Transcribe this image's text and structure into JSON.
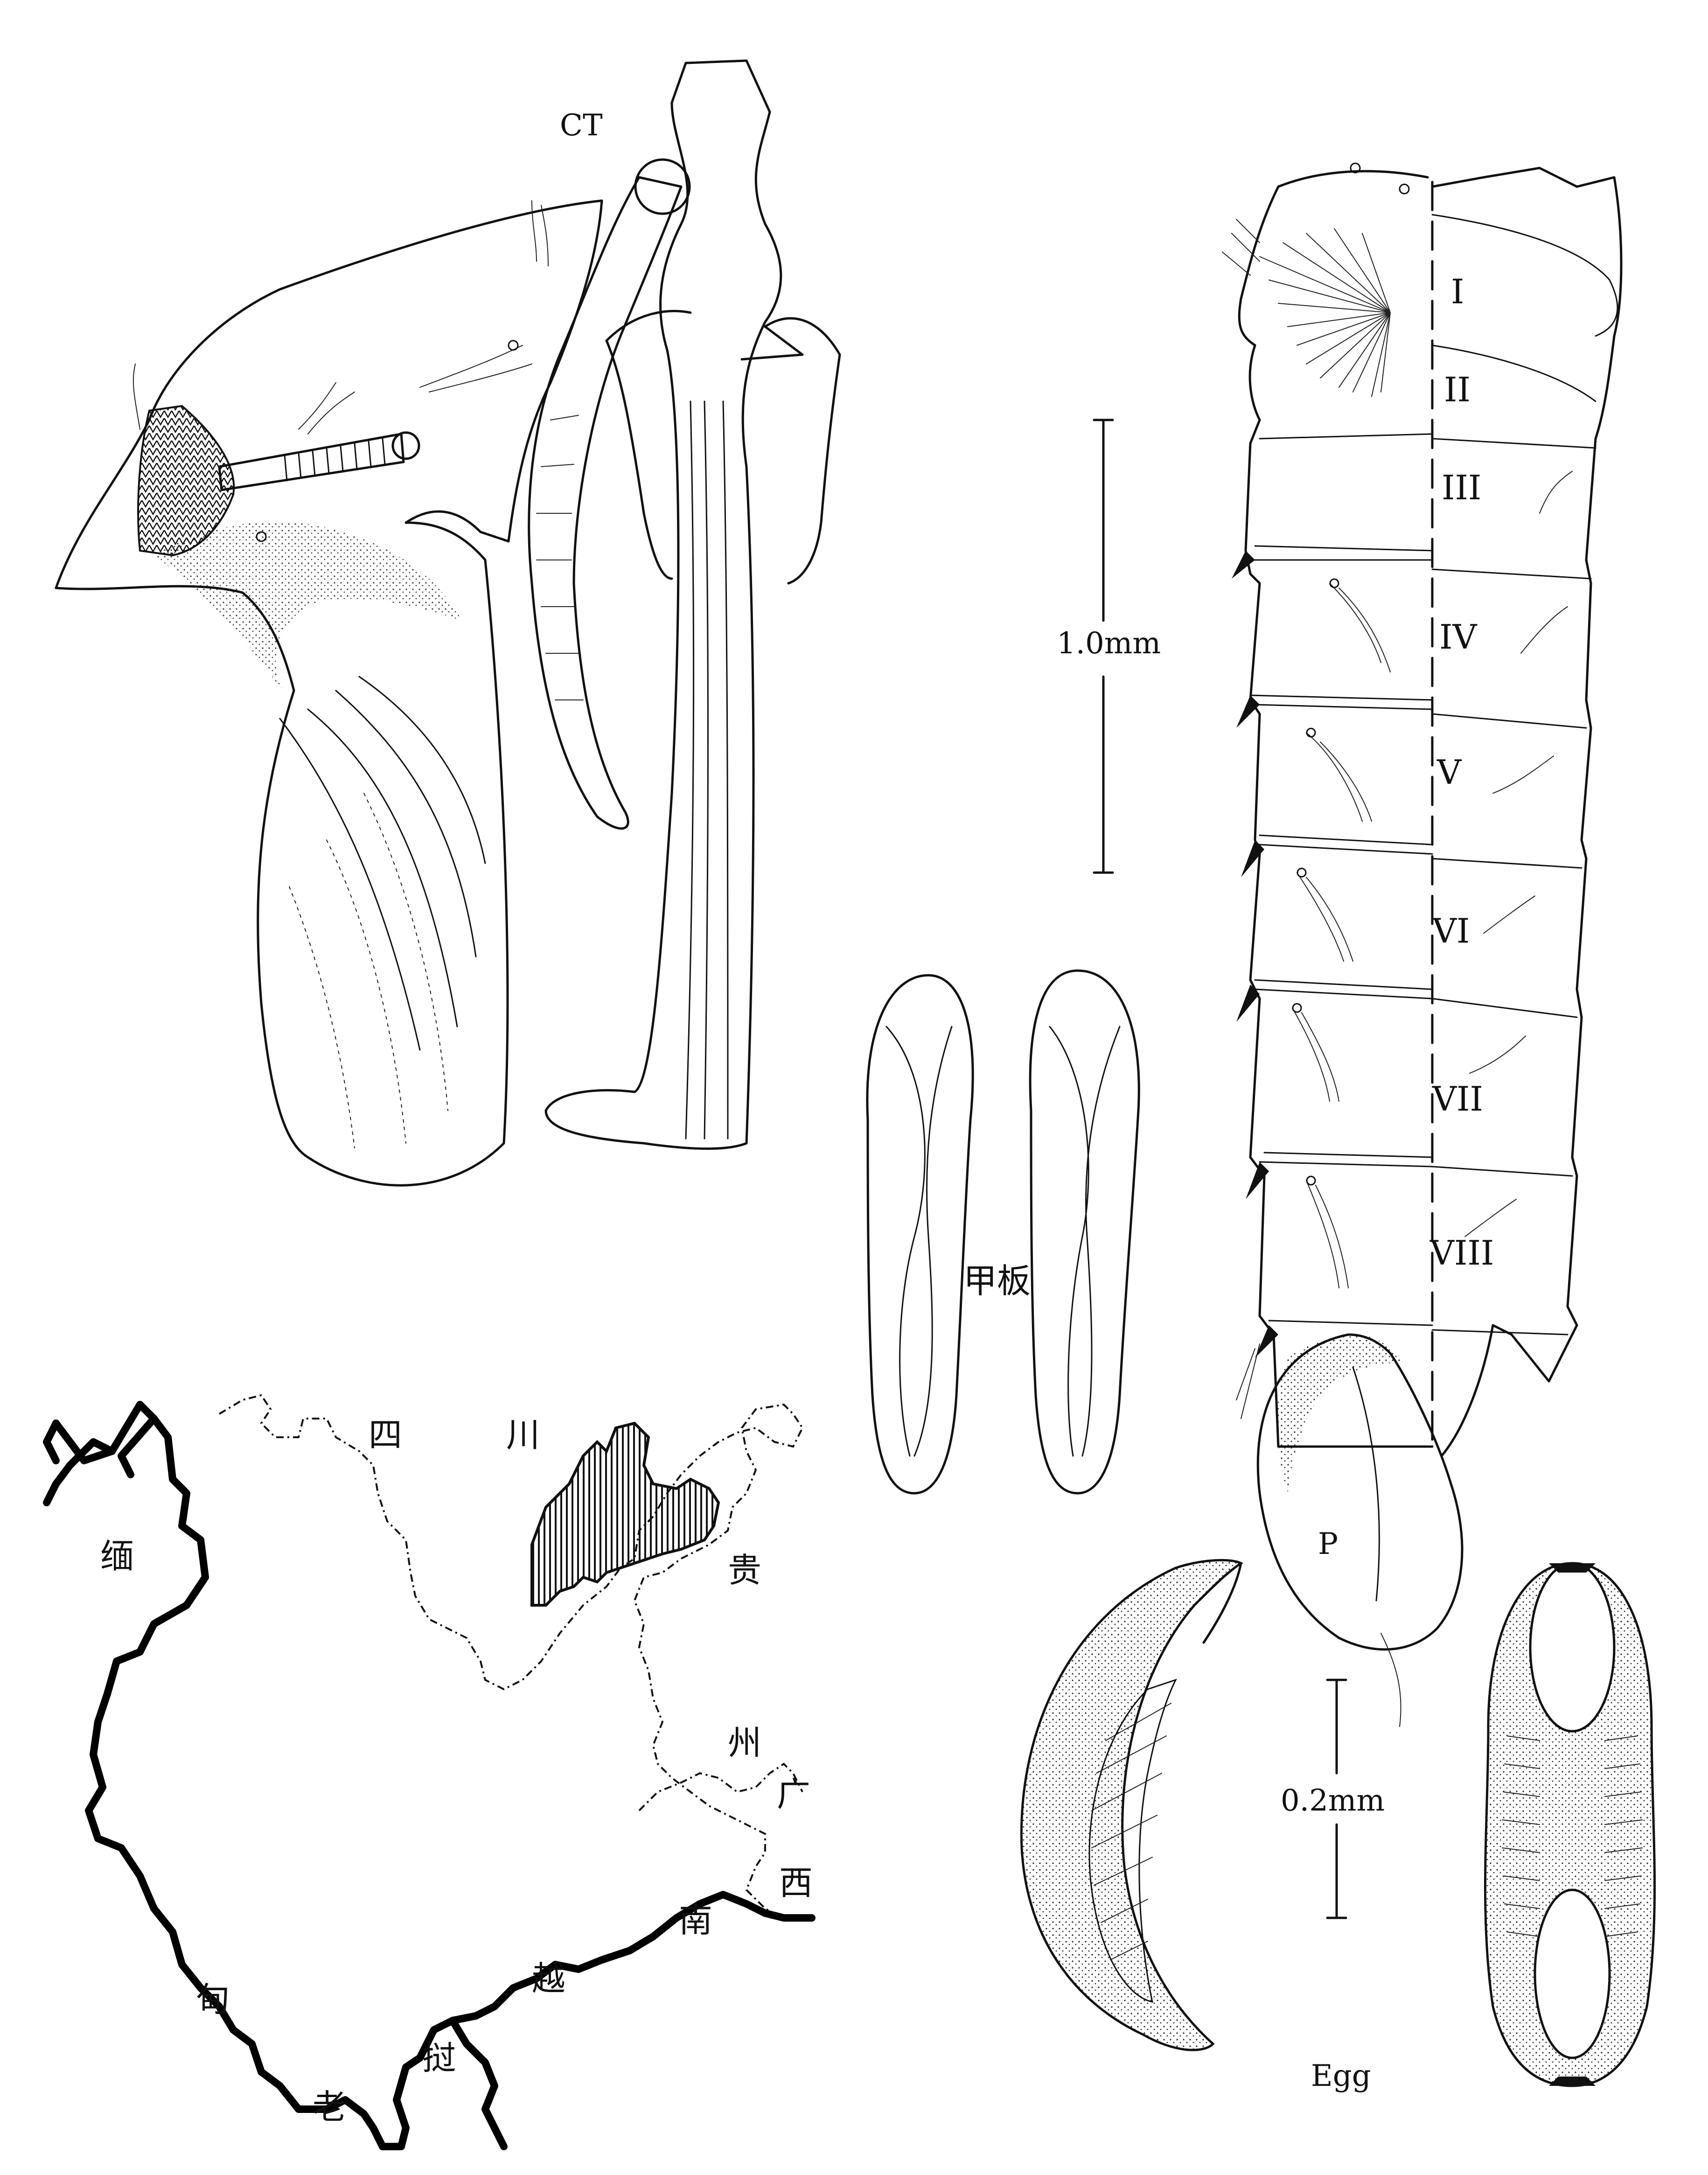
{
  "labels": {
    "ct": "CT",
    "scale_large": "1.0mm",
    "scale_small": "0.2mm",
    "plate": "甲板",
    "pupa": "P",
    "egg": "Egg"
  },
  "segments": [
    "I",
    "II",
    "III",
    "IV",
    "V",
    "VI",
    "VII",
    "VIII"
  ],
  "map_labels": {
    "sichuan_1": "四",
    "sichuan_2": "川",
    "myanmar_1": "缅",
    "myanmar_2": "甸",
    "guizhou_1": "贵",
    "guizhou_2": "州",
    "guangxi_1": "广",
    "guangxi_2": "西",
    "laos_1": "老",
    "laos_2": "挝",
    "vietnam_1": "越",
    "vietnam_2": "南"
  }
}
